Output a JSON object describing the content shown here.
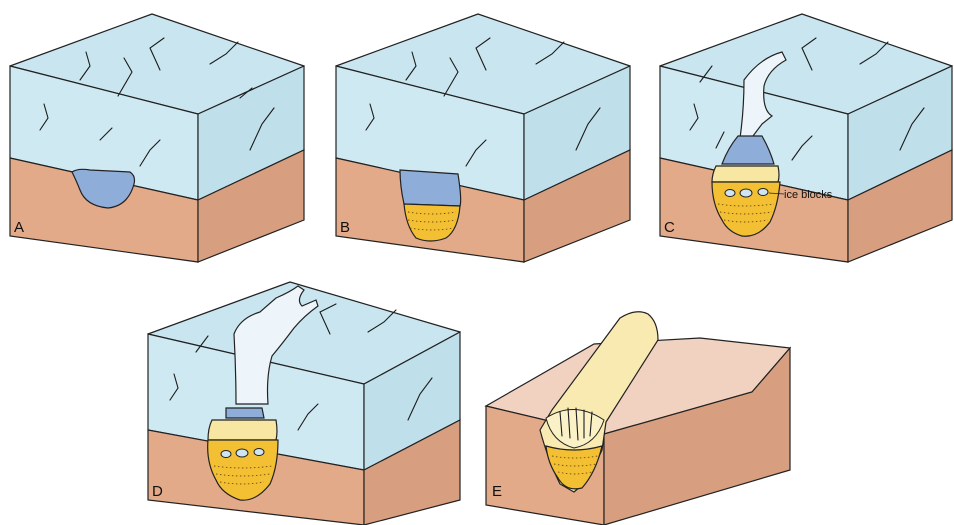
{
  "panels": [
    {
      "label": "A"
    },
    {
      "label": "B"
    },
    {
      "label": "C",
      "annotation": "ice blocks"
    },
    {
      "label": "D"
    },
    {
      "label": "E"
    }
  ],
  "colors": {
    "ice": "#c9e6f0",
    "bedrock": "#e2aa89",
    "water": "#8fadd9",
    "sediment": "#f4c033",
    "moulin": "#eef5fa",
    "esker": "#f8eab0"
  }
}
